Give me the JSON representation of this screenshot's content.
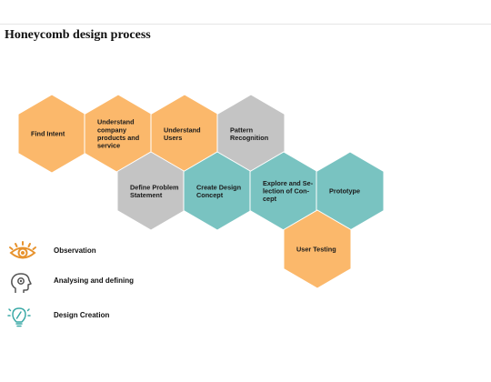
{
  "title": "Honeycomb design process",
  "colors": {
    "orange": "#fbb86b",
    "gray": "#c4c4c4",
    "teal": "#79c3c1",
    "observation_icon": "#e7932e",
    "analysing_icon": "#555555",
    "creation_icon": "#3aa9a6"
  },
  "hexagons": [
    {
      "name": "hex-find-intent",
      "color": "orange",
      "lines": [
        "Find Intent"
      ]
    },
    {
      "name": "hex-understand-company",
      "color": "orange",
      "lines": [
        "Understand",
        "company",
        "products and",
        "service"
      ]
    },
    {
      "name": "hex-understand-users",
      "color": "orange",
      "lines": [
        "Understand",
        "Users"
      ]
    },
    {
      "name": "hex-pattern-recognition",
      "color": "gray",
      "lines": [
        "Pattern",
        "Recognition"
      ]
    },
    {
      "name": "hex-define-problem",
      "color": "gray",
      "lines": [
        "Define Problem",
        "Statement"
      ]
    },
    {
      "name": "hex-create-design-concept",
      "color": "teal",
      "lines": [
        "Create Design",
        "Concept"
      ]
    },
    {
      "name": "hex-explore-selection",
      "color": "teal",
      "lines": [
        "Explore and Se-",
        "lection of Con-",
        "cept"
      ]
    },
    {
      "name": "hex-prototype",
      "color": "teal",
      "lines": [
        "Prototype"
      ]
    },
    {
      "name": "hex-user-testing",
      "color": "orange",
      "lines": [
        "User Testing"
      ]
    }
  ],
  "legend": [
    {
      "icon": "eye-icon",
      "label": "Observation"
    },
    {
      "icon": "head-gear-icon",
      "label": "Analysing and defining"
    },
    {
      "icon": "lightbulb-pencil-icon",
      "label": "Design Creation"
    }
  ]
}
